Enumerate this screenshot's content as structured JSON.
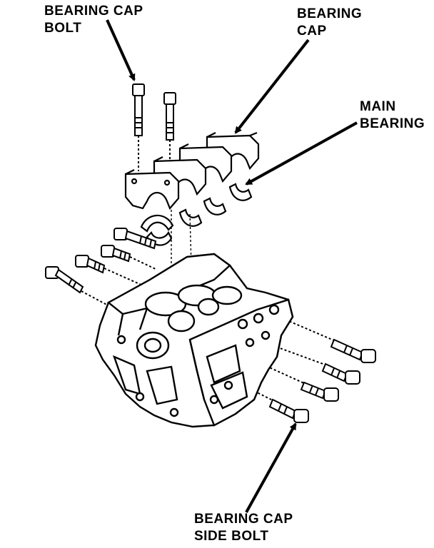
{
  "labels": {
    "bearing_cap_bolt": [
      "BEARING CAP",
      "BOLT"
    ],
    "bearing_cap": [
      "BEARING",
      "CAP"
    ],
    "main_bearing": [
      "MAIN",
      "BEARING"
    ],
    "bearing_cap_side_bolt": [
      "BEARING CAP",
      "SIDE BOLT"
    ]
  },
  "colors": {
    "ink": "#000000",
    "paper": "#ffffff"
  }
}
